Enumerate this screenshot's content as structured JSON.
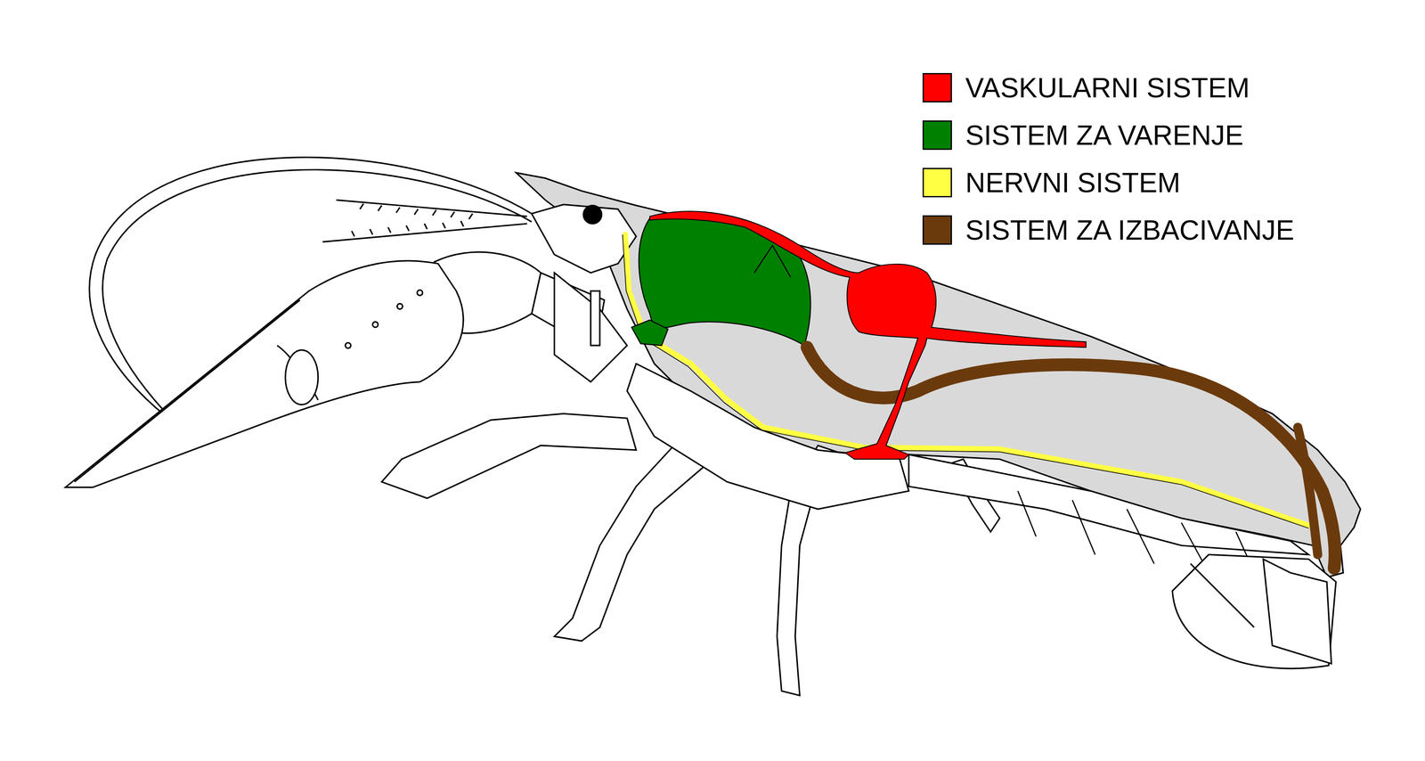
{
  "diagram": {
    "legend": [
      {
        "text": "VASKULARNI SISTEM",
        "color": "#ff0000"
      },
      {
        "text": "SISTEM ZA VARENJE",
        "color": "#008000"
      },
      {
        "text": "NERVNI SISTEM",
        "color": "#ffff44"
      },
      {
        "text": "SISTEM ZA IZBACIVANJE",
        "color": "#6b3a0c"
      }
    ]
  }
}
